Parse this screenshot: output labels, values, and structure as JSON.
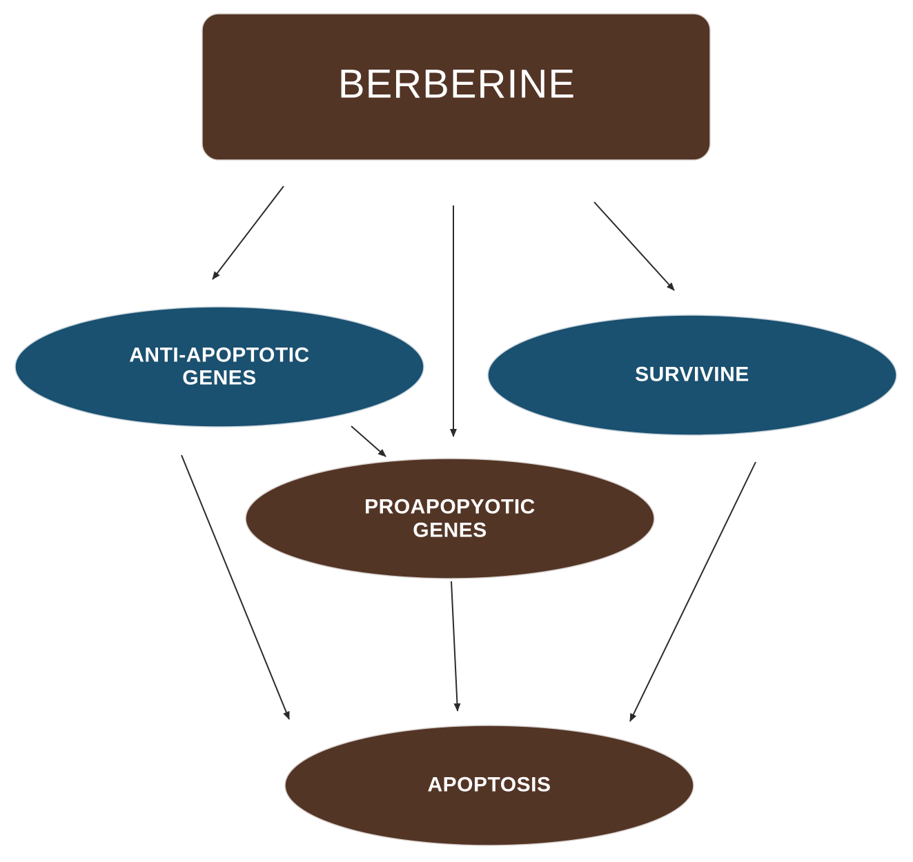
{
  "nodes": {
    "berberine": {
      "label": "BERBERINE",
      "color": "#533526"
    },
    "anti_apoptotic": {
      "line1": "ANTI-APOPTOTIC",
      "line2": "GENES",
      "color": "#1a5070"
    },
    "survivine": {
      "label": "SURVIVINE",
      "color": "#1a5070"
    },
    "proapoptotic": {
      "line1": "PROAPOPYOTIC",
      "line2": "GENES",
      "color": "#533526"
    },
    "apoptosis": {
      "label": "APOPTOSIS",
      "color": "#533526"
    }
  },
  "edges": [
    {
      "from": "berberine",
      "to": "anti_apoptotic"
    },
    {
      "from": "berberine",
      "to": "proapoptotic"
    },
    {
      "from": "berberine",
      "to": "survivine"
    },
    {
      "from": "anti_apoptotic",
      "to": "proapoptotic"
    },
    {
      "from": "anti_apoptotic",
      "to": "apoptosis"
    },
    {
      "from": "proapoptotic",
      "to": "apoptosis"
    },
    {
      "from": "survivine",
      "to": "apoptosis"
    }
  ],
  "colors": {
    "arrow": "#2b2b2b",
    "text": "#ffffff",
    "background": "#ffffff"
  }
}
